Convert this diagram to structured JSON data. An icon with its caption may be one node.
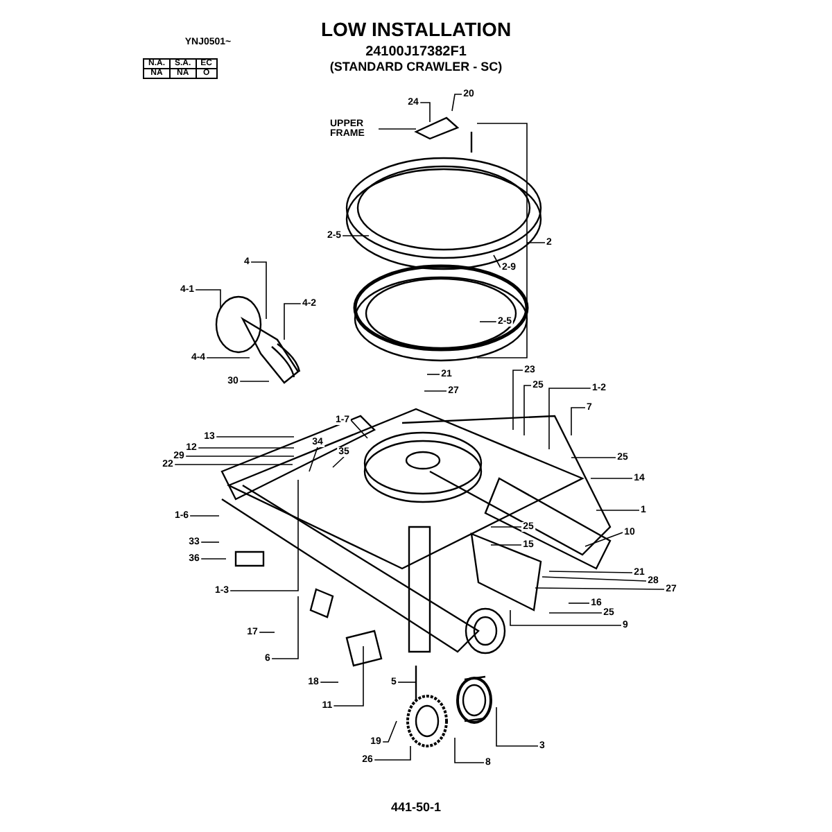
{
  "diagram": {
    "title": "LOW INSTALLATION",
    "nodes": [
      {
        "text": [
          "24"
        ]
      },
      {
        "text": [
          "20"
        ]
      },
      {
        "text": [
          "UPPER FRAME"
        ]
      },
      {
        "text": [
          "2-5"
        ]
      },
      {
        "text": [
          "2"
        ]
      },
      {
        "text": [
          "2-9"
        ]
      },
      {
        "text": [
          "2-5"
        ]
      },
      {
        "text": [
          "4"
        ]
      },
      {
        "text": [
          "4-1"
        ]
      },
      {
        "text": [
          "4-2"
        ]
      },
      {
        "text": [
          "4-4"
        ]
      },
      {
        "text": [
          "30"
        ]
      },
      {
        "text": [
          "21"
        ]
      },
      {
        "text": [
          "27"
        ]
      },
      {
        "text": [
          "23"
        ]
      },
      {
        "text": [
          "25"
        ]
      },
      {
        "text": [
          "1-2"
        ]
      },
      {
        "text": [
          "7"
        ]
      },
      {
        "text": [
          "1-7"
        ]
      },
      {
        "text": [
          "13"
        ]
      },
      {
        "text": [
          "12"
        ]
      },
      {
        "text": [
          "29"
        ]
      },
      {
        "text": [
          "22"
        ]
      },
      {
        "text": [
          "34"
        ]
      },
      {
        "text": [
          "35"
        ]
      },
      {
        "text": [
          "25"
        ]
      },
      {
        "text": [
          "14"
        ]
      },
      {
        "text": [
          "1-6"
        ]
      },
      {
        "text": [
          "33"
        ]
      },
      {
        "text": [
          "36"
        ]
      },
      {
        "text": [
          "1-3"
        ]
      },
      {
        "text": [
          "25"
        ]
      },
      {
        "text": [
          "15"
        ]
      },
      {
        "text": [
          "1"
        ]
      },
      {
        "text": [
          "10"
        ]
      },
      {
        "text": [
          "21"
        ]
      },
      {
        "text": [
          "28"
        ]
      },
      {
        "text": [
          "27"
        ]
      },
      {
        "text": [
          "16"
        ]
      },
      {
        "text": [
          "25"
        ]
      },
      {
        "text": [
          "9"
        ]
      },
      {
        "text": [
          "17"
        ]
      },
      {
        "text": [
          "6"
        ]
      },
      {
        "text": [
          "18"
        ]
      },
      {
        "text": [
          "5"
        ]
      },
      {
        "text": [
          "11"
        ]
      },
      {
        "text": [
          "19"
        ]
      },
      {
        "text": [
          "26"
        ]
      },
      {
        "text": [
          "8"
        ]
      },
      {
        "text": [
          "3"
        ]
      }
    ],
    "edges": [
      {
        "from": 0,
        "to": null,
        "arrow": "none"
      },
      {
        "from": 1,
        "to": null,
        "arrow": "none"
      },
      {
        "from": 2,
        "to": null,
        "arrow": "none"
      },
      {
        "from": 3,
        "to": null,
        "arrow": "none"
      },
      {
        "from": 4,
        "to": null,
        "arrow": "none"
      },
      {
        "from": 5,
        "to": null,
        "arrow": "none"
      },
      {
        "from": 6,
        "to": null,
        "arrow": "none"
      },
      {
        "from": 7,
        "to": null,
        "arrow": "none"
      },
      {
        "from": 8,
        "to": null,
        "arrow": "none"
      },
      {
        "from": 9,
        "to": null,
        "arrow": "none"
      },
      {
        "from": 10,
        "to": null,
        "arrow": "none"
      },
      {
        "from": 11,
        "to": null,
        "arrow": "none"
      },
      {
        "from": 12,
        "to": null,
        "arrow": "none"
      },
      {
        "from": 13,
        "to": null,
        "arrow": "none"
      },
      {
        "from": 14,
        "to": null,
        "arrow": "none"
      },
      {
        "from": 15,
        "to": null,
        "arrow": "none"
      },
      {
        "from": 16,
        "to": null,
        "arrow": "none"
      },
      {
        "from": 17,
        "to": null,
        "arrow": "none"
      },
      {
        "from": 18,
        "to": null,
        "arrow": "none"
      },
      {
        "from": 19,
        "to": null,
        "arrow": "none"
      },
      {
        "from": 20,
        "to": null,
        "arrow": "none"
      },
      {
        "from": 21,
        "to": null,
        "arrow": "none"
      },
      {
        "from": 22,
        "to": null,
        "arrow": "none"
      },
      {
        "from": 23,
        "to": null,
        "arrow": "none"
      },
      {
        "from": 24,
        "to": null,
        "arrow": "none"
      },
      {
        "from": 25,
        "to": null,
        "arrow": "none"
      },
      {
        "from": 26,
        "to": null,
        "arrow": "none"
      },
      {
        "from": 27,
        "to": null,
        "arrow": "none"
      },
      {
        "from": 28,
        "to": null,
        "arrow": "none"
      },
      {
        "from": 29,
        "to": null,
        "arrow": "none"
      },
      {
        "from": 30,
        "to": null,
        "arrow": "none"
      },
      {
        "from": 31,
        "to": null,
        "arrow": "none"
      },
      {
        "from": 32,
        "to": null,
        "arrow": "none"
      },
      {
        "from": 33,
        "to": null,
        "arrow": "none"
      },
      {
        "from": 34,
        "to": null,
        "arrow": "none"
      },
      {
        "from": 35,
        "to": null,
        "arrow": "none"
      },
      {
        "from": 36,
        "to": null,
        "arrow": "none"
      },
      {
        "from": 37,
        "to": null,
        "arrow": "none"
      },
      {
        "from": 38,
        "to": null,
        "arrow": "none"
      },
      {
        "from": 39,
        "to": null,
        "arrow": "none"
      },
      {
        "from": 40,
        "to": null,
        "arrow": "none"
      },
      {
        "from": 41,
        "to": null,
        "arrow": "none"
      },
      {
        "from": 42,
        "to": null,
        "arrow": "none"
      },
      {
        "from": 43,
        "to": null,
        "arrow": "none"
      },
      {
        "from": 44,
        "to": null,
        "arrow": "none"
      },
      {
        "from": 45,
        "to": null,
        "arrow": "none"
      },
      {
        "from": 46,
        "to": null,
        "arrow": "none"
      },
      {
        "from": 47,
        "to": null,
        "arrow": "none"
      },
      {
        "from": 48,
        "to": null,
        "arrow": "none"
      },
      {
        "from": 49,
        "to": null,
        "arrow": "none"
      }
    ],
    "labels": [
      "YNJ0501~",
      "N.A.",
      "S.A.",
      "EC",
      "NA",
      "NA",
      "O",
      "24100J17382F1",
      "(STANDARD CRAWLER - SC)",
      "441-50-1"
    ]
  }
}
